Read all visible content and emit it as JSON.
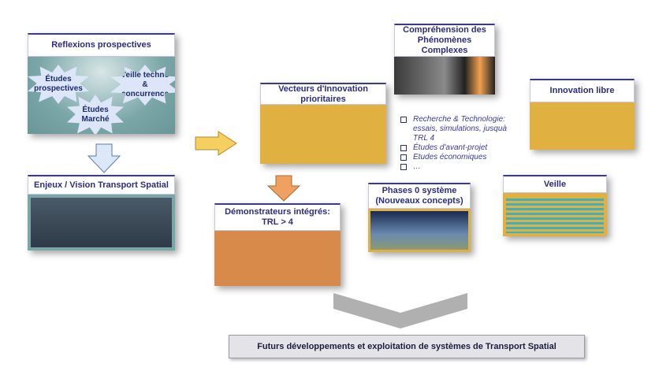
{
  "reflexions": {
    "title": "Reflexions prospectives",
    "bubbles": [
      "Études prospectives",
      "Veille techno & concurrence",
      "Études Marché"
    ]
  },
  "enjeux": {
    "title": "Enjeux / Vision Transport Spatial"
  },
  "vecteurs": {
    "title": "Vecteurs d'Innovation prioritaires"
  },
  "demonstrateurs": {
    "title": "Démonstrateurs intégrés: TRL > 4"
  },
  "comprehension": {
    "title": "Compréhension des Phénomènes Complexes"
  },
  "innovation": {
    "title": "Innovation libre"
  },
  "phases": {
    "title": "Phases 0 système (Nouveaux concepts)"
  },
  "veille": {
    "title": "Veille"
  },
  "list": [
    "Recherche & Technologie: essais, simulations, jusquà TRL 4",
    "Études d'avant-projet",
    "Etudes économiques",
    "…"
  ],
  "footer": "Futurs développements et exploitation de systèmes de Transport Spatial",
  "colors": {
    "title_text": "#2c2c80",
    "teal": "#7aa6a8",
    "gold": "#e0b040",
    "orange": "#d88a4a",
    "arrow_blue": "#dce8f8",
    "arrow_yellow": "#f5d060",
    "arrow_orange": "#f0a060"
  }
}
